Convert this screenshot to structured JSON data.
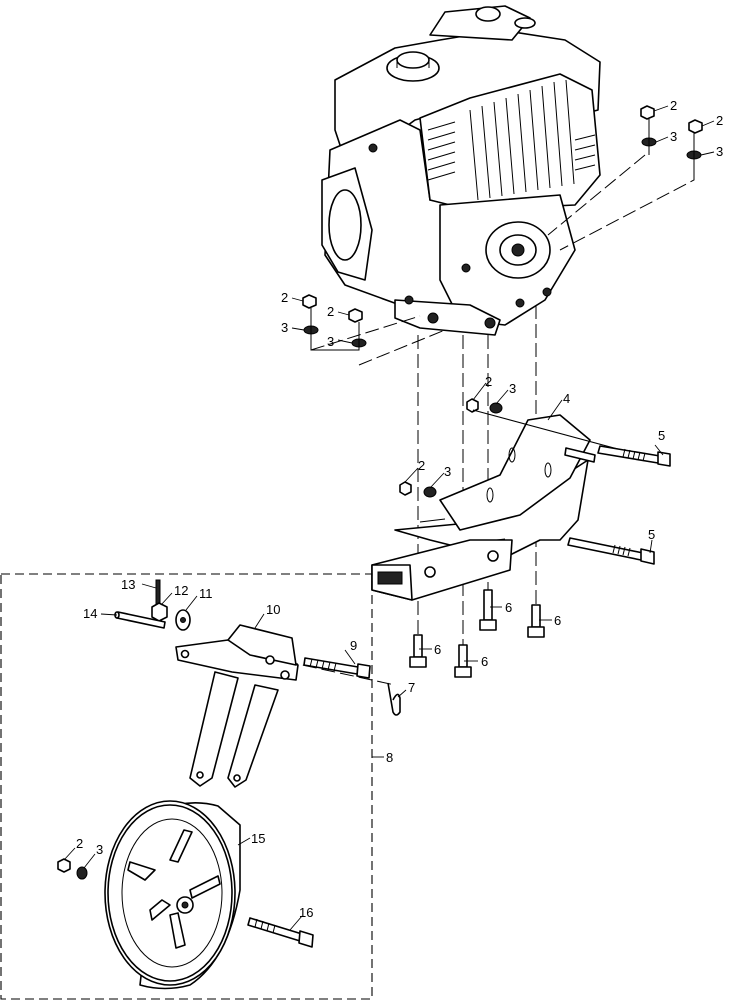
{
  "callouts": {
    "c1": "2",
    "c2": "3",
    "c3": "2",
    "c4": "3",
    "c5": "2",
    "c6": "3",
    "c7": "2",
    "c8": "3",
    "c9": "2",
    "c10": "3",
    "c11": "4",
    "c12": "5",
    "c13": "2",
    "c14": "3",
    "c15": "5",
    "c16": "13",
    "c17": "12",
    "c18": "11",
    "c19": "10",
    "c20": "14",
    "c21": "9",
    "c22": "6",
    "c23": "6",
    "c24": "6",
    "c25": "6",
    "c26": "7",
    "c27": "8",
    "c28": "2",
    "c29": "3",
    "c30": "15",
    "c31": "16"
  }
}
